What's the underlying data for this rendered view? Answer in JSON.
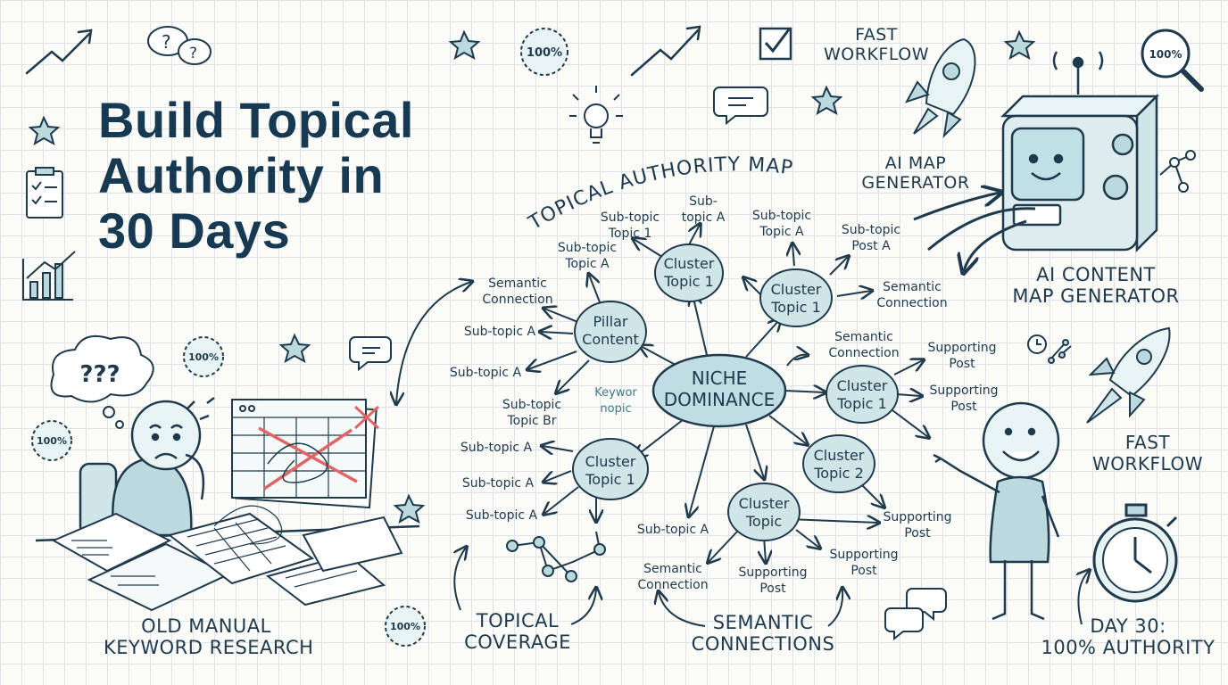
{
  "title": {
    "line1": "Build Topical",
    "line2": "Authority in",
    "line3": "30 Days"
  },
  "map_heading": "TOPICAL AUTHORITY MAP",
  "center_node": {
    "line1": "NICHE",
    "line2": "DOMINANCE"
  },
  "nodes": {
    "pillar": {
      "line1": "Pillar",
      "line2": "Content"
    },
    "cluster_top": {
      "line1": "Cluster",
      "line2": "Topic 1"
    },
    "cluster_top_right": {
      "line1": "Cluster",
      "line2": "Topic 1"
    },
    "cluster_right": {
      "line1": "Cluster",
      "line2": "Topic 1"
    },
    "cluster_left": {
      "line1": "Cluster",
      "line2": "Topic 1"
    },
    "cluster_bottom_right": {
      "line1": "Cluster",
      "line2": "Topic 2"
    },
    "cluster_bottom": {
      "line1": "Cluster",
      "line2": "Topic"
    }
  },
  "leaves": {
    "st_topic1": {
      "line1": "Sub-topic",
      "line2": "Topic 1"
    },
    "st_topic_a_top": {
      "line1": "Sub-",
      "line2": "topic A"
    },
    "st_topic_a_right": {
      "line1": "Sub-topic",
      "line2": "Topic A"
    },
    "st_post_a": {
      "line1": "Sub-topic",
      "line2": "Post A"
    },
    "st_topic_a_left": {
      "line1": "Sub-topic",
      "line2": "Topic A"
    },
    "sem_conn_left": {
      "line1": "Semantic",
      "line2": "Connection"
    },
    "sem_conn_right": {
      "line1": "Semantic",
      "line2": "Connection"
    },
    "sem_conn_mid": {
      "line1": "Semantic",
      "line2": "Connection"
    },
    "sem_conn_bottom": {
      "line1": "Semantic",
      "line2": "Connection"
    },
    "sub_a_1": "Sub-topic A",
    "sub_a_2": "Sub-topic A",
    "sub_a_3": "Sub-topic A",
    "sub_a_4": "Sub-topic A",
    "sub_a_5": "Sub-topic A",
    "sub_a_6": "Sub-topic A",
    "st_topic_br": {
      "line1": "Sub-topic",
      "line2": "Topic Br"
    },
    "keyword_note": {
      "line1": "Keywor",
      "line2": "nopic"
    },
    "supporting_1": {
      "line1": "Supporting",
      "line2": "Post"
    },
    "supporting_2": {
      "line1": "Supporting",
      "line2": "Post"
    },
    "supporting_3": {
      "line1": "Supporting",
      "line2": "Post"
    },
    "supporting_4": {
      "line1": "Supporting",
      "line2": "Post"
    },
    "supporting_5": {
      "line1": "Supporting",
      "line2": "Post"
    }
  },
  "captions": {
    "old_manual": {
      "line1": "OLD MANUAL",
      "line2": "KEYWORD RESEARCH"
    },
    "topical_coverage": {
      "line1": "TOPICAL",
      "line2": "COVERAGE"
    },
    "semantic_connections": {
      "line1": "SEMANTIC",
      "line2": "CONNECTIONS"
    },
    "fast_workflow_top": {
      "line1": "FAST",
      "line2": "WORKFLOW"
    },
    "fast_workflow_right": {
      "line1": "FAST",
      "line2": "WORKFLOW"
    },
    "ai_map_generator": {
      "line1": "AI MAP",
      "line2": "GENERATOR"
    },
    "ai_content_map_generator": {
      "line1": "AI CONTENT",
      "line2": "MAP GENERATOR"
    },
    "day_30": {
      "line1": "DAY 30:",
      "line2": "100% AUTHORITY"
    }
  },
  "badges": {
    "percent": "100%"
  },
  "doodles": {
    "question_marks": "???",
    "question_bubble": "?"
  },
  "colors": {
    "ink": "#1e3a4c",
    "node_fill": "#c9e3e6",
    "accent_red": "#e06666",
    "grid": "#dfe3e6",
    "paper": "#fbfbf8"
  }
}
